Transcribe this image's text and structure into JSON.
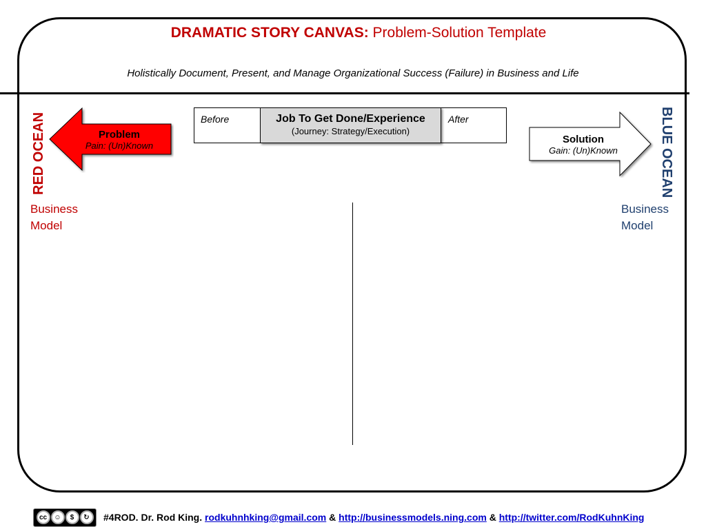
{
  "header": {
    "title_bold": "DRAMATIC STORY CANVAS:",
    "title_rest": " Problem-Solution Template",
    "subtitle": "Holistically Document, Present, and Manage Organizational Success (Failure) in Business and Life"
  },
  "job": {
    "before": "Before",
    "title": "Job To Get Done/Experience",
    "subtitle": "(Journey: Strategy/Execution)",
    "after": "After"
  },
  "problem": {
    "title": "Problem",
    "subtitle": "Pain: (Un)Known",
    "color": "#ff0000"
  },
  "solution": {
    "title": "Solution",
    "subtitle": "Gain: (Un)Known",
    "color": "#ffffff"
  },
  "left_side": {
    "ocean_label": "RED OCEAN",
    "model_line1": "Business",
    "model_line2": "Model",
    "color": "#c00000"
  },
  "right_side": {
    "ocean_label": "BLUE OCEAN",
    "model_line1": "Business",
    "model_line2": "Model",
    "color": "#1f3f6e"
  },
  "footer": {
    "license_icons": [
      "cc",
      "by",
      "nc",
      "sa"
    ],
    "credit": "#4ROD. Dr. Rod King.",
    "email": "rodkuhnhking@gmail.com",
    "sep1": "&",
    "link1": "http://businessmodels.ning.com",
    "sep2": "&",
    "link2": "http://twitter.com/RodKuhnKing"
  }
}
